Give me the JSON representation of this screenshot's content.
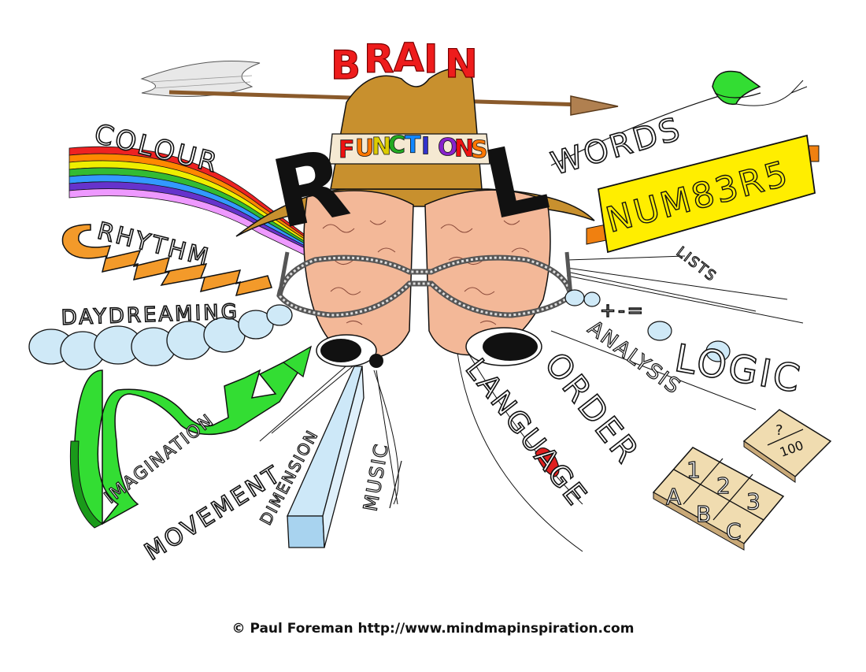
{
  "title": {
    "line1": "BRAIN",
    "line2": "FUNCTIONS",
    "letters_colors": [
      "#e11",
      "#f70",
      "#dc0",
      "#2a2",
      "#18f",
      "#33c",
      "#82c",
      "#e11",
      "#f70"
    ]
  },
  "hemispheres": {
    "right": "R",
    "left": "L"
  },
  "right_brain": {
    "colour": "COLOUR",
    "rhythm": "RHYTHM",
    "daydreaming": "DAYDREAMING",
    "imagination": "IMAGINATION",
    "movement": "MOVEMENT",
    "dimension": "DIMENSION",
    "music": "MUSIC"
  },
  "left_brain": {
    "words": "WORDS",
    "numbers": "NUM83R5",
    "lists": "LISTS",
    "logic_equation": "+-=",
    "logic": "LOGIC",
    "analysis": "ANALYSIS",
    "order": "ORDER",
    "language": "LANGUAGE",
    "fraction_top": "?",
    "fraction_bottom": "100",
    "grid_top": [
      "1",
      "2",
      "3"
    ],
    "grid_bottom": [
      "A",
      "B",
      "C"
    ]
  },
  "colors": {
    "rainbow": [
      "#e22",
      "#f80",
      "#ee0",
      "#3b3",
      "#39f",
      "#63c",
      "#e9f"
    ],
    "hat": "#c8902e",
    "brain": "#f3b898",
    "numbers_sign": "#ffee00",
    "green_shape": "#22cc22",
    "orange": "#f08010",
    "cloud": "#cfe9f7",
    "block": "#cde8f8",
    "tile": "#f0dcb0"
  },
  "credit": "© Paul Foreman http://www.mindmapinspiration.com"
}
